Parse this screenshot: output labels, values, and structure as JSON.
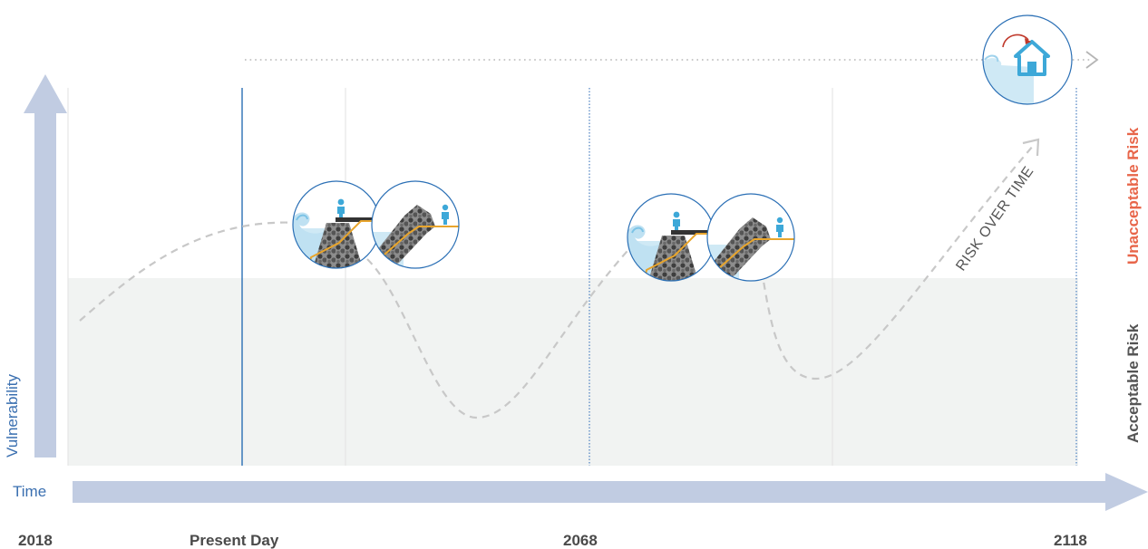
{
  "axes": {
    "vertical_label": "Vulnerability",
    "horizontal_label": "Time"
  },
  "timeline": {
    "ticks": [
      "2018",
      "Present Day",
      "2068",
      "2118"
    ]
  },
  "zones": {
    "upper": "Unacceptable Risk",
    "lower": "Acceptable Risk"
  },
  "curve_label": "RISK OVER TIME",
  "colors": {
    "axis_arrow": "#c1cce2",
    "present_line": "#2a6fb5",
    "dotted_line": "#4a7fc0",
    "acceptable_band": "#f1f3f2",
    "unacceptable_text": "#e8664a",
    "acceptable_text": "#555555",
    "curve": "#c8c8c8",
    "accent_blue": "#3da8d8",
    "sand": "#e8a52c"
  },
  "icons": [
    "seawall-adaptation-icon",
    "revetment-adaptation-icon",
    "managed-retreat-house-icon"
  ]
}
